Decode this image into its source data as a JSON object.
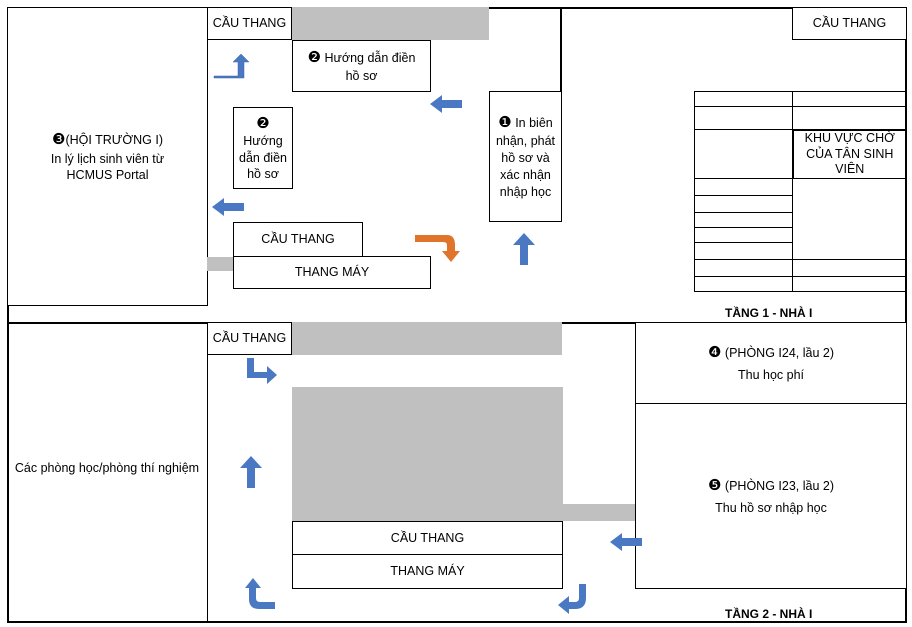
{
  "floor1": {
    "label": "TẦNG 1 - NHÀ I",
    "stair_top_left": "CẦU THANG",
    "stair_top_right": "CẦU THANG",
    "stair_mid": "CẦU THANG",
    "elevator": "THANG MÁY",
    "hall": {
      "step": "❸",
      "title": "(HỘI TRƯỜNG I)",
      "desc": "In lý lịch sinh viên từ HCMUS Portal"
    },
    "guide_top": {
      "step": "❷",
      "title": "Hướng dẫn điền hồ sơ"
    },
    "guide_small": {
      "step": "❷",
      "title": "Hướng dẫn điền hồ sơ"
    },
    "print": {
      "step": "❶",
      "title": "In biên nhận, phát hồ sơ và xác nhận nhập học"
    },
    "waiting": "KHU VỰC CHỜ CỦA TÂN SINH VIÊN"
  },
  "floor2": {
    "label": "TẦNG 2 - NHÀ I",
    "stair_top": "CẦU THANG",
    "stair_mid": "CẦU THANG",
    "elevator": "THANG MÁY",
    "labs": "Các phòng học/phòng thí nghiệm",
    "room4": {
      "step": "❹",
      "title": "(PHÒNG I24, lầu 2)",
      "desc": "Thu học phí"
    },
    "room5": {
      "step": "❺",
      "title": "(PHÒNG I23, lầu 2)",
      "desc": "Thu hồ sơ nhập học"
    }
  },
  "colors": {
    "arrow_blue": "#4a78c2",
    "arrow_orange": "#e0742a",
    "gray_block": "#c0c0c0"
  },
  "icons": {
    "blue_arrow": "arrow-icon",
    "orange_arrow": "turn-arrow-icon"
  }
}
